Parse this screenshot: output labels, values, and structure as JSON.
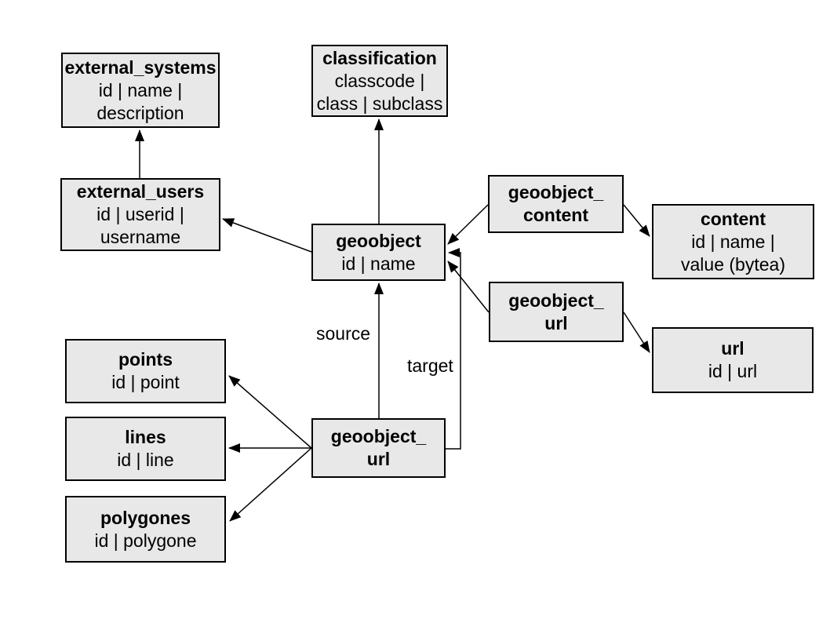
{
  "diagram": {
    "background_color": "#ffffff",
    "node_fill_color": "#e8e8e8",
    "node_border_color": "#000000",
    "line_color": "#000000",
    "entities": [
      {
        "id": "external_systems",
        "title": "external_systems",
        "fields": "id | name |\ndescription"
      },
      {
        "id": "classification",
        "title": "classification",
        "fields": "classcode |\nclass | subclass"
      },
      {
        "id": "external_users",
        "title": "external_users",
        "fields": "id | userid |\nusername"
      },
      {
        "id": "geoobject_content",
        "title": "geoobject_\ncontent"
      },
      {
        "id": "content",
        "title": "content",
        "fields": "id | name |\nvalue (bytea)"
      },
      {
        "id": "geoobject",
        "title": "geoobject",
        "fields": "id | name"
      },
      {
        "id": "geoobject_url_right",
        "title": "geoobject_\nurl"
      },
      {
        "id": "url",
        "title": "url",
        "fields": "id | url"
      },
      {
        "id": "points",
        "title": "points",
        "fields": "id | point"
      },
      {
        "id": "lines",
        "title": "lines",
        "fields": "id | line"
      },
      {
        "id": "polygones",
        "title": "polygones",
        "fields": "id | polygone"
      },
      {
        "id": "geoobject_url_bottom",
        "title": "geoobject_\nurl"
      }
    ],
    "edge_labels": {
      "source": "source",
      "target": "target"
    }
  }
}
